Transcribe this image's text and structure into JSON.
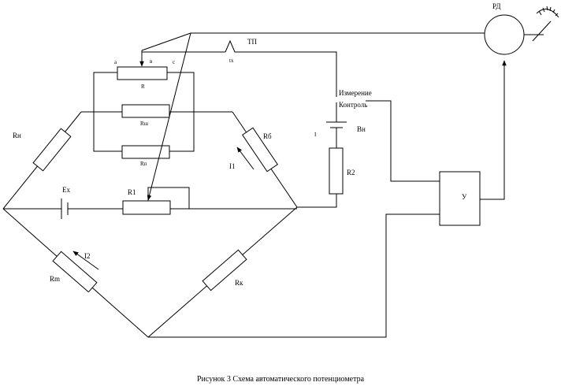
{
  "diagram": {
    "caption": "Рисунок 3 Схема автоматического потенциометра",
    "labels": {
      "rd": "РД",
      "tp": "ТП",
      "rx": "tx",
      "a": "a",
      "b": "в",
      "c": "c",
      "r": "R",
      "rsh": "Rш",
      "rp": "Rп",
      "rn": "Rн",
      "rb": "Rб",
      "i1": "I1",
      "ex": "Ex",
      "r1": "R1",
      "i2": "I2",
      "rm": "Rm",
      "rk": "Rк",
      "izmer": "Измерение",
      "kontrol": "Контроль",
      "sw_mark": "I",
      "bn": "Вн",
      "r2": "R2",
      "u": "У"
    }
  }
}
